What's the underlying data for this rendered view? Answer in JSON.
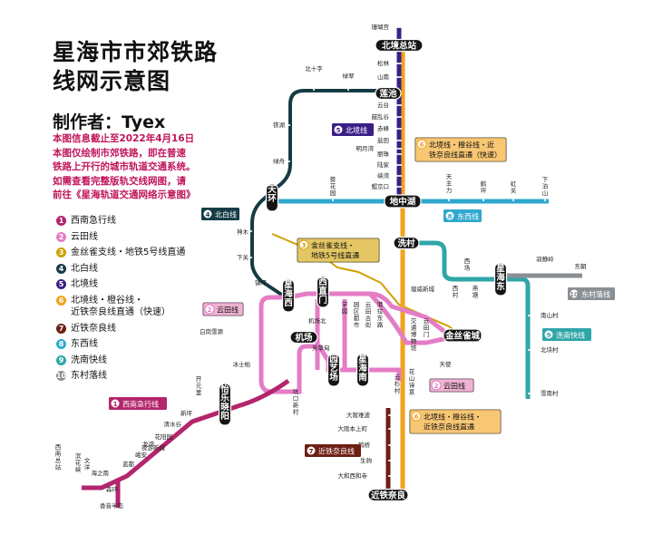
{
  "header": {
    "title_line1": "星海市市郊铁路",
    "title_line2": "线网示意图",
    "author": "制作者：Tyex",
    "notes": [
      "本图信息截止至2022年4月16日",
      "本图仅绘制市郊铁路，即在普速",
      "铁路上开行的城市轨道交通系统。",
      "如需查看完整版轨交线网图，请",
      "前往《星海轨道交通网络示意图》"
    ]
  },
  "colors": {
    "l1": "#b3256c",
    "l2": "#e47cc6",
    "l3": "#cfa000",
    "l4": "#153c45",
    "l5": "#3a1f87",
    "l6": "#f2a21c",
    "l7": "#6e1e12",
    "l8": "#2fa8ce",
    "l9": "#2fa6a8",
    "l10": "#8a8f94",
    "note_text": "#c0145a"
  },
  "legend": [
    {
      "num": "1",
      "color": "#b3256c",
      "lines": [
        "西南急行线"
      ]
    },
    {
      "num": "2",
      "color": "#e47cc6",
      "lines": [
        "云田线"
      ]
    },
    {
      "num": "3",
      "color": "#cfa000",
      "lines": [
        "金丝雀支线・地铁5号线直通"
      ]
    },
    {
      "num": "4",
      "color": "#153c45",
      "lines": [
        "北白线"
      ]
    },
    {
      "num": "5",
      "color": "#3a1f87",
      "lines": [
        "北境线"
      ]
    },
    {
      "num": "6",
      "color": "#f2a21c",
      "lines": [
        "北境线・橙谷线・",
        "近铁奈良线直通（快速）"
      ]
    },
    {
      "num": "7",
      "color": "#6e1e12",
      "lines": [
        "近铁奈良线"
      ]
    },
    {
      "num": "8",
      "color": "#2fa8ce",
      "lines": [
        "东西线"
      ]
    },
    {
      "num": "9",
      "color": "#2fa6a8",
      "lines": [
        "洗南快线"
      ]
    },
    {
      "num": "10",
      "color": "#8a8f94",
      "lines": [
        "东村落线"
      ]
    }
  ],
  "line_tags": [
    {
      "num": "5",
      "label": "北境线",
      "color": "#3a1f87",
      "style": "solid"
    },
    {
      "num": "6",
      "label": "北境线・橙谷线・近\n铁奈良线直通（快速）",
      "color": "#f2a21c",
      "style": "boxed"
    },
    {
      "num": "4",
      "label": "北白线",
      "color": "#153c45",
      "style": "solid"
    },
    {
      "num": "8",
      "label": "东西线",
      "color": "#2fa8ce",
      "style": "solid"
    },
    {
      "num": "3",
      "label": "金丝雀支线・\n地铁5号线直通",
      "color": "#cfa000",
      "style": "boxed"
    },
    {
      "num": "10",
      "label": "东村落线",
      "color": "#8a8f94",
      "style": "solid"
    },
    {
      "num": "2",
      "label": "云田线",
      "color": "#e47cc6",
      "style": "boxed"
    },
    {
      "num": "9",
      "label": "洗南快线",
      "color": "#2fa6a8",
      "style": "solid"
    },
    {
      "num": "2",
      "label": "云田线",
      "color": "#e47cc6",
      "style": "boxed"
    },
    {
      "num": "1",
      "label": "西南急行线",
      "color": "#b3256c",
      "style": "solid"
    },
    {
      "num": "6",
      "label": "北境线・橙谷线・\n近铁奈良线直通",
      "color": "#f2a21c",
      "style": "boxed"
    },
    {
      "num": "7",
      "label": "近铁奈良线",
      "color": "#6e1e12",
      "style": "solid"
    }
  ],
  "hubs": [
    "北境总站",
    "莲池",
    "天环",
    "地中湖",
    "北白线",
    "洗村",
    "星海东",
    "星海西",
    "西直门",
    "金丝雀城",
    "机场",
    "园艺场",
    "星海南",
    "怡乐晓阳",
    "近铁奈良"
  ],
  "stations": {
    "north_line": [
      "珊瑚宫",
      "松林",
      "山南",
      "云台",
      "鼓乱谷",
      "赤峰",
      "盐田",
      "明月湾",
      "丽珠",
      "陆家",
      "峡湾",
      "鲲京口"
    ],
    "north_white": [
      "北十字",
      "绿翠",
      "铁湖",
      "绿舟",
      "神木",
      "下关",
      "镇坪"
    ],
    "east_west": [
      "葵花园",
      "天主力",
      "鹤坪",
      "虹关",
      "下泊山"
    ],
    "xinan": [
      "西场",
      "西村",
      "燕塘"
    ],
    "dongcun": [
      "寂静岭",
      "东朝"
    ],
    "xinan_south": [
      "南山村",
      "北块村",
      "雪南村"
    ],
    "golden": [
      "璇威新城"
    ],
    "yuntian": [
      "白岗雪源",
      "冰士柏",
      "机场北",
      "芳草甸",
      "学园",
      "园区都市",
      "云田古街",
      "港拉东路",
      "交通博物馆",
      "云田门",
      "天使",
      "花山诗意",
      "云杉村"
    ],
    "nara": [
      "大阪难波",
      "大阪本上町",
      "鹤桥",
      "生驹",
      "大和西和寺"
    ],
    "southwest": [
      "开元里",
      "新坪",
      "清水谷",
      "花阳园",
      "夜游新城",
      "龙湾",
      "峨安",
      "蓝都",
      "海之南",
      "森环",
      "香音半岛",
      "文洋",
      "滨花峡",
      "西南总站",
      "坑口新村"
    ]
  }
}
